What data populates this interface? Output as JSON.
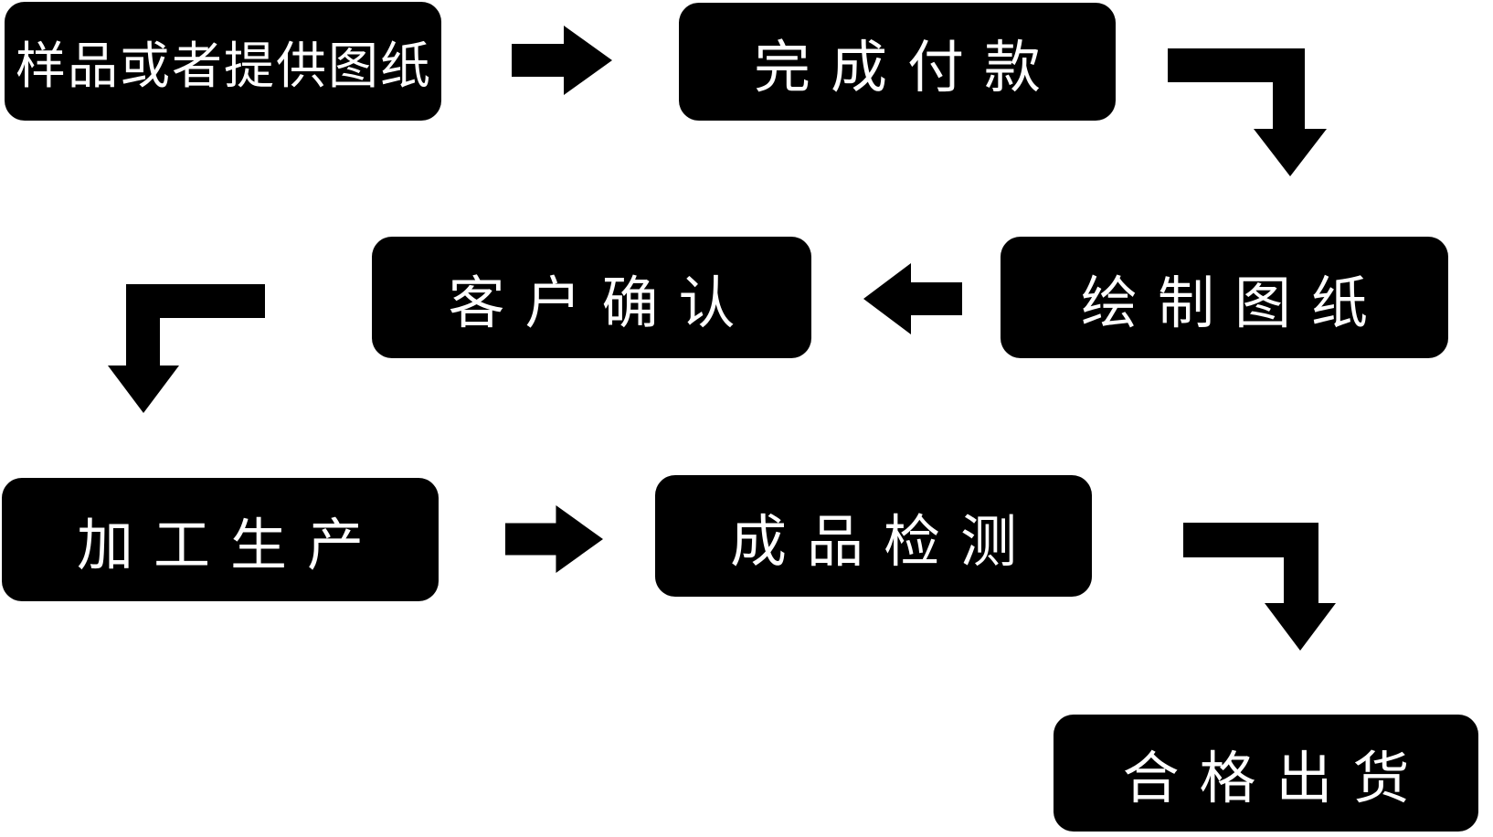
{
  "diagram": {
    "type": "flowchart",
    "background_color": "#ffffff",
    "node_fill_color": "#000000",
    "node_text_color": "#ffffff",
    "arrow_color": "#000000",
    "nodes": [
      {
        "id": "sample-or-drawings",
        "label": "样品或者提供图纸"
      },
      {
        "id": "complete-payment",
        "label": "完成付款"
      },
      {
        "id": "draw-drawings",
        "label": "绘制图纸"
      },
      {
        "id": "customer-confirmation",
        "label": "客户确认"
      },
      {
        "id": "processing-production",
        "label": "加工生产"
      },
      {
        "id": "finished-product-inspection",
        "label": "成品检测"
      },
      {
        "id": "qualified-shipment",
        "label": "合格出货"
      }
    ],
    "edges": [
      {
        "from": "sample-or-drawings",
        "to": "complete-payment",
        "arrow": "right"
      },
      {
        "from": "complete-payment",
        "to": "draw-drawings",
        "arrow": "right-then-down"
      },
      {
        "from": "draw-drawings",
        "to": "customer-confirmation",
        "arrow": "left"
      },
      {
        "from": "customer-confirmation",
        "to": "processing-production",
        "arrow": "left-then-down"
      },
      {
        "from": "processing-production",
        "to": "finished-product-inspection",
        "arrow": "right"
      },
      {
        "from": "finished-product-inspection",
        "to": "qualified-shipment",
        "arrow": "right-then-down"
      }
    ]
  }
}
